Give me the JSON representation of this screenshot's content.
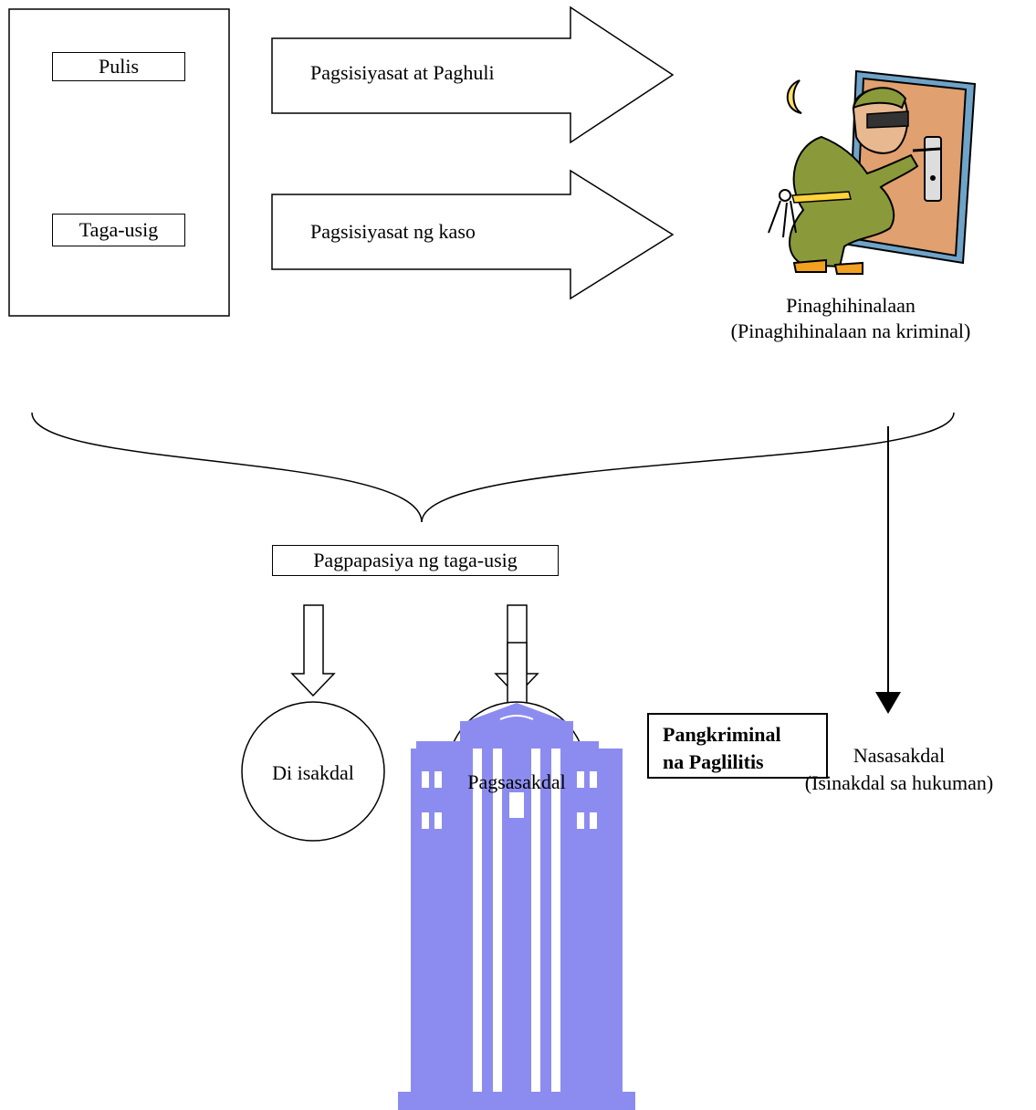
{
  "actors": {
    "police_label": "Pulis",
    "prosecutor_label": "Taga-usig"
  },
  "arrows": {
    "police_action": "Pagsisiyasat at Paghuli",
    "prosecutor_action": "Pagsisiyasat ng kaso"
  },
  "suspect": {
    "line1": "Pinaghihinalaan",
    "line2": "(Pinaghihinalaan na kriminal)",
    "icon": "burglar-at-door-icon"
  },
  "decision_label": "Pagpapasiya ng taga-usig",
  "outcomes": {
    "no_charge": "Di isakdal",
    "charge": "Pagsasakdal"
  },
  "accused": {
    "line1": "Nasasakdal",
    "line2": "(Isinakdal sa hukuman)"
  },
  "trial": {
    "line1": "Pangkriminal",
    "line2": "na Paglilitis",
    "icon": "courthouse-icon"
  },
  "colors": {
    "courthouse": "#8c8cf0",
    "door": "#e0a070",
    "suit": "#8a9a3a"
  }
}
